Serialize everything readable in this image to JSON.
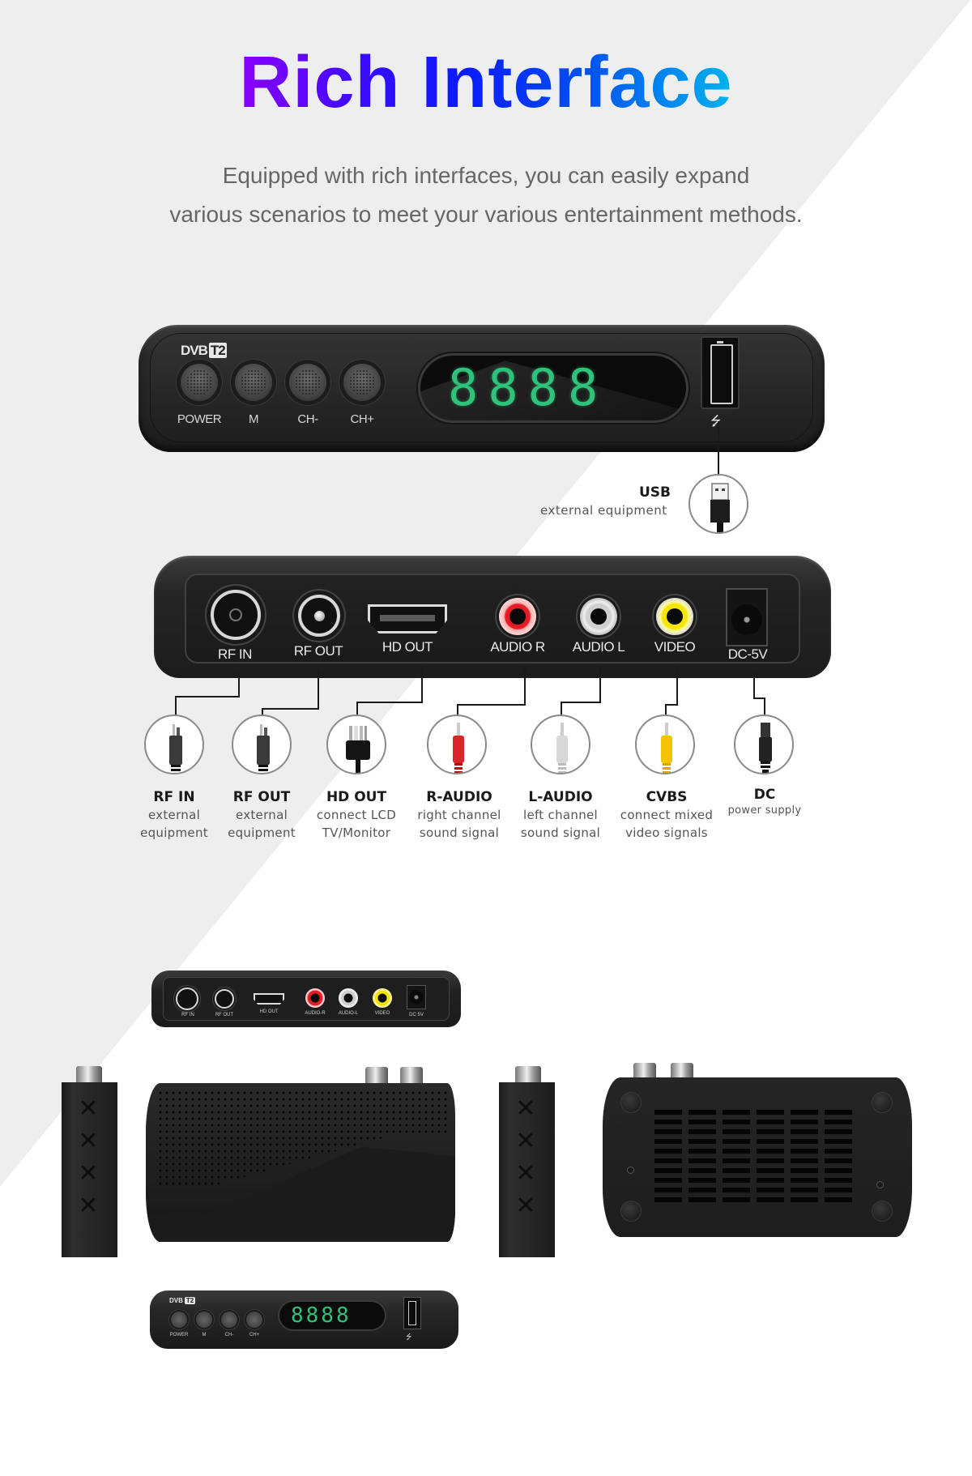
{
  "header": {
    "title": "Rich Interface",
    "subtitle_line1": "Equipped with rich interfaces, you can easily expand",
    "subtitle_line2": "various scenarios to meet your various entertainment methods."
  },
  "colors": {
    "title_gradient": [
      "#8a00ff",
      "#0a1aff",
      "#00b4ee"
    ],
    "background_gray": "#eeeeee",
    "lcd_green": "#2fc27a"
  },
  "front_panel": {
    "logo": "DVB",
    "logo_badge": "T2",
    "buttons": [
      {
        "label": "POWER"
      },
      {
        "label": "M"
      },
      {
        "label": "CH-"
      },
      {
        "label": "CH+"
      }
    ],
    "display": "8888",
    "usb_symbol": "⭍"
  },
  "usb_callout": {
    "title": "USB",
    "description": "external equipment"
  },
  "back_panel": {
    "ports": [
      {
        "label": "RF IN"
      },
      {
        "label": "RF OUT"
      },
      {
        "label": "HD OUT"
      },
      {
        "label": "AUDIO  R"
      },
      {
        "label": "AUDIO  L"
      },
      {
        "label": "VIDEO"
      },
      {
        "label": "DC-5V"
      }
    ]
  },
  "connectors": [
    {
      "title": "RF IN",
      "line1": "external",
      "line2": "equipment",
      "plug_color": "#3a3a3a"
    },
    {
      "title": "RF OUT",
      "line1": "external",
      "line2": "equipment",
      "plug_color": "#3a3a3a"
    },
    {
      "title": "HD OUT",
      "line1": "connect LCD",
      "line2": "TV/Monitor",
      "plug_color": "#151515"
    },
    {
      "title": "R-AUDIO",
      "line1": "right channel",
      "line2": "sound signal",
      "plug_color": "#d9262a"
    },
    {
      "title": "L-AUDIO",
      "line1": "left channel",
      "line2": "sound signal",
      "plug_color": "#d8d8d8"
    },
    {
      "title": "CVBS",
      "line1": "connect mixed",
      "line2": "video signals",
      "plug_color": "#f5c400"
    },
    {
      "title": "DC",
      "line1": "power supply",
      "line2": "",
      "plug_color": "#222222"
    }
  ],
  "mini_back_panel": {
    "ports": [
      {
        "label": "RF IN"
      },
      {
        "label": "RF OUT"
      },
      {
        "label": "HD OUT"
      },
      {
        "label": "AUDIO-R"
      },
      {
        "label": "AUDIO-L"
      },
      {
        "label": "VIDEO"
      },
      {
        "label": "DC 5V"
      }
    ]
  },
  "mini_front_panel": {
    "logo": "DVB",
    "logo_badge": "T2",
    "buttons": [
      {
        "label": "POWER"
      },
      {
        "label": "M"
      },
      {
        "label": "CH-"
      },
      {
        "label": "CH+"
      }
    ],
    "display": "8888",
    "usb_symbol": "⭍"
  },
  "side_marks": [
    "✕",
    "✕",
    "✕",
    "✕"
  ]
}
